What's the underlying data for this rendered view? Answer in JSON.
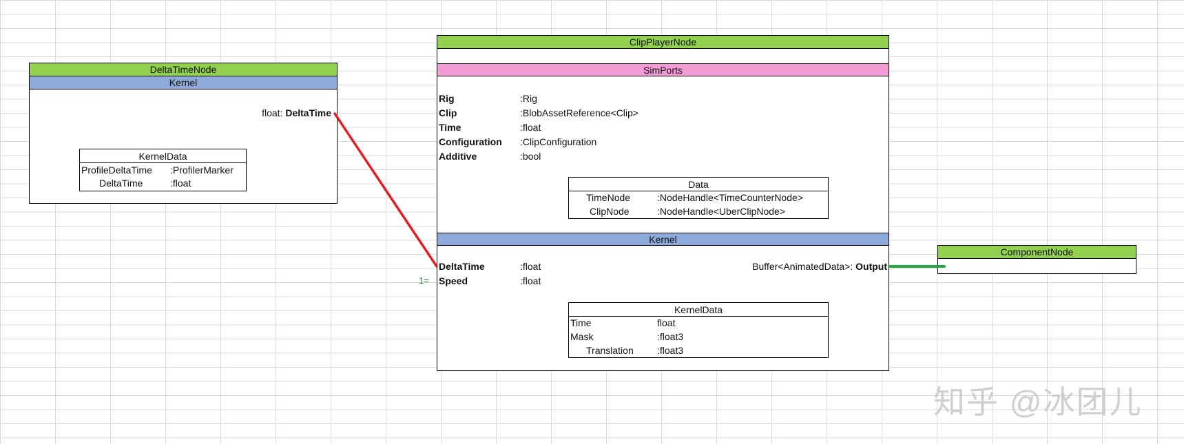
{
  "delta_time_node": {
    "title": "DeltaTimeNode",
    "kernel": "Kernel",
    "output_type": "float:",
    "output_name": "DeltaTime",
    "kernel_data": {
      "title": "KernelData",
      "rows": [
        {
          "name": "ProfileDeltaTime",
          "type": ":ProfilerMarker"
        },
        {
          "name": "DeltaTime",
          "type": ":float"
        }
      ]
    }
  },
  "clip_player_node": {
    "title": "ClipPlayerNode",
    "sim_ports_title": "SimPorts",
    "sim_ports": [
      {
        "name": "Rig",
        "type": ":Rig"
      },
      {
        "name": "Clip",
        "type": ":BlobAssetReference<Clip>"
      },
      {
        "name": "Time",
        "type": ":float"
      },
      {
        "name": "Configuration",
        "type": ":ClipConfiguration"
      },
      {
        "name": "Additive",
        "type": ":bool"
      }
    ],
    "data": {
      "title": "Data",
      "rows": [
        {
          "name": "TimeNode",
          "type": ":NodeHandle<TimeCounterNode>"
        },
        {
          "name": "ClipNode",
          "type": ":NodeHandle<UberClipNode>"
        }
      ]
    },
    "kernel_title": "Kernel",
    "kernel_ports": [
      {
        "name": "DeltaTime",
        "type": ":float"
      },
      {
        "name": "Speed",
        "type": ":float"
      }
    ],
    "speed_default": "1=",
    "output_type": "Buffer<AnimatedData>:",
    "output_name": "Output",
    "kernel_data": {
      "title": "KernelData",
      "rows": [
        {
          "name": "Time",
          "type": "float"
        },
        {
          "name": "Mask",
          "type": ":float3"
        },
        {
          "name": "Translation",
          "type": ":float3"
        }
      ]
    }
  },
  "component_node": {
    "title": "ComponentNode"
  },
  "colors": {
    "header_green": "#92d050",
    "kernel_blue": "#8eaadb",
    "simports_pink": "#f59bd6",
    "wire_red": "#e02020",
    "wire_green": "#22a84a",
    "default_value_green": "#1f8f3a"
  },
  "watermark": "知乎 @冰团儿"
}
